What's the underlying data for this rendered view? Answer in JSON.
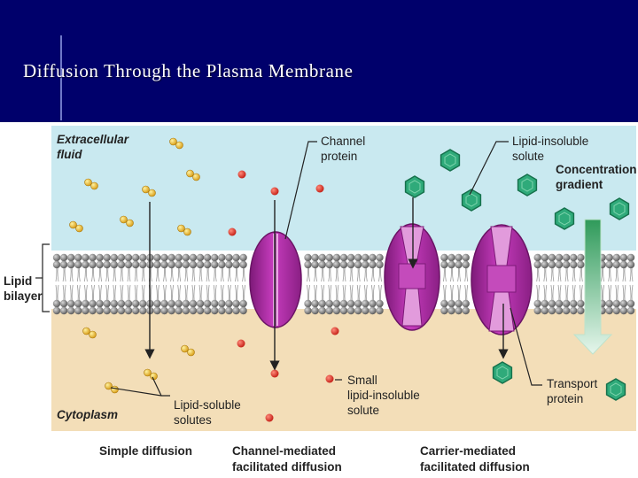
{
  "slide": {
    "title": "Diffusion Through the Plasma Membrane"
  },
  "colors": {
    "header_bg": "#00006b",
    "extracellular": "#c9e9f0",
    "cytoplasm": "#f3deb8",
    "lipid_head": "#7a7a7a",
    "protein": "#b92db0",
    "hexagon": "#2faa7a",
    "lipid_soluble_solute": "#e8b423",
    "small_solute": "#d42d24",
    "gradient_arrow": "#2f9a5a"
  },
  "labels": {
    "extracellular_fluid": [
      "Extracellular",
      "fluid"
    ],
    "cytoplasm": "Cytoplasm",
    "lipid_bilayer": [
      "Lipid",
      "bilayer"
    ],
    "channel_protein": [
      "Channel",
      "protein"
    ],
    "lipid_insoluble_solute": [
      "Lipid-insoluble",
      "solute"
    ],
    "concentration_gradient": [
      "Concentration",
      "gradient"
    ],
    "small_lipid_insoluble_solute": [
      "Small",
      "lipid-insoluble",
      "solute"
    ],
    "lipid_soluble_solutes": [
      "Lipid-soluble",
      "solutes"
    ],
    "transport_protein": [
      "Transport",
      "protein"
    ]
  },
  "captions": {
    "simple_diffusion": [
      "Simple diffusion"
    ],
    "channel_mediated": [
      "Channel-mediated",
      "facilitated diffusion"
    ],
    "carrier_mediated": [
      "Carrier-mediated",
      "facilitated diffusion"
    ]
  },
  "icons": {
    "lipid_soluble_solute": "yellow-molecule-pair-icon",
    "small_solute": "red-dot-icon",
    "lipid_insoluble_solute": "green-hexagon-icon"
  }
}
